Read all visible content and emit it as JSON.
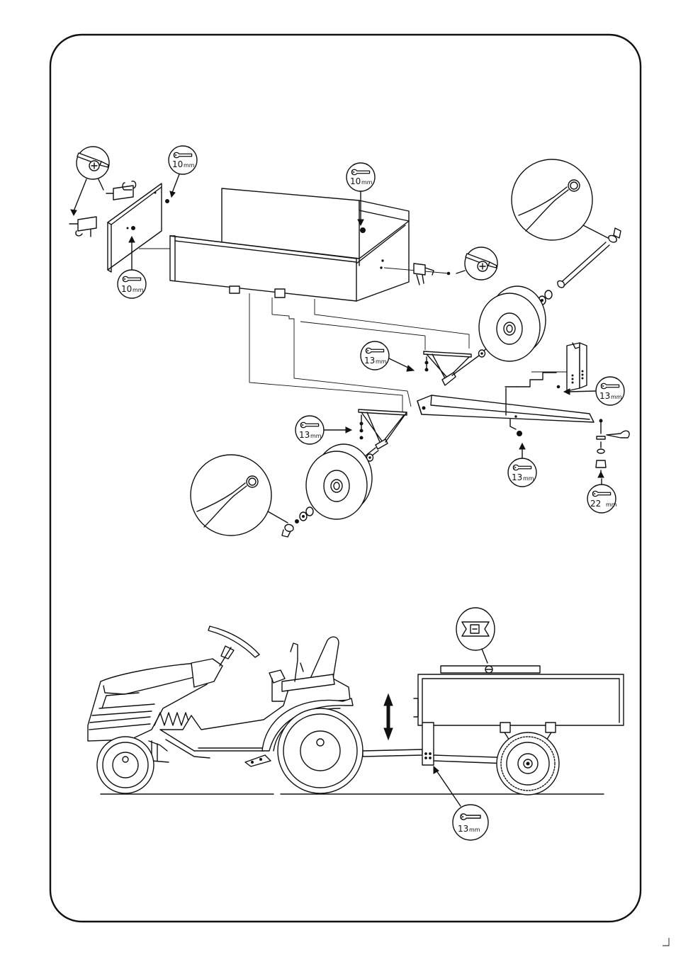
{
  "tool_labels": {
    "wrench_10_a": {
      "size": "10",
      "unit": "mm"
    },
    "wrench_10_b": {
      "size": "10",
      "unit": "mm"
    },
    "wrench_10_c": {
      "size": "10",
      "unit": "mm"
    },
    "wrench_13_a": {
      "size": "13",
      "unit": "mm"
    },
    "wrench_13_b": {
      "size": "13",
      "unit": "mm"
    },
    "wrench_13_c": {
      "size": "13",
      "unit": "mm"
    },
    "wrench_13_d": {
      "size": "13",
      "unit": "mm"
    },
    "wrench_13_e": {
      "size": "13",
      "unit": "mm"
    },
    "wrench_22": {
      "size": "22",
      "unit": "mm"
    }
  }
}
